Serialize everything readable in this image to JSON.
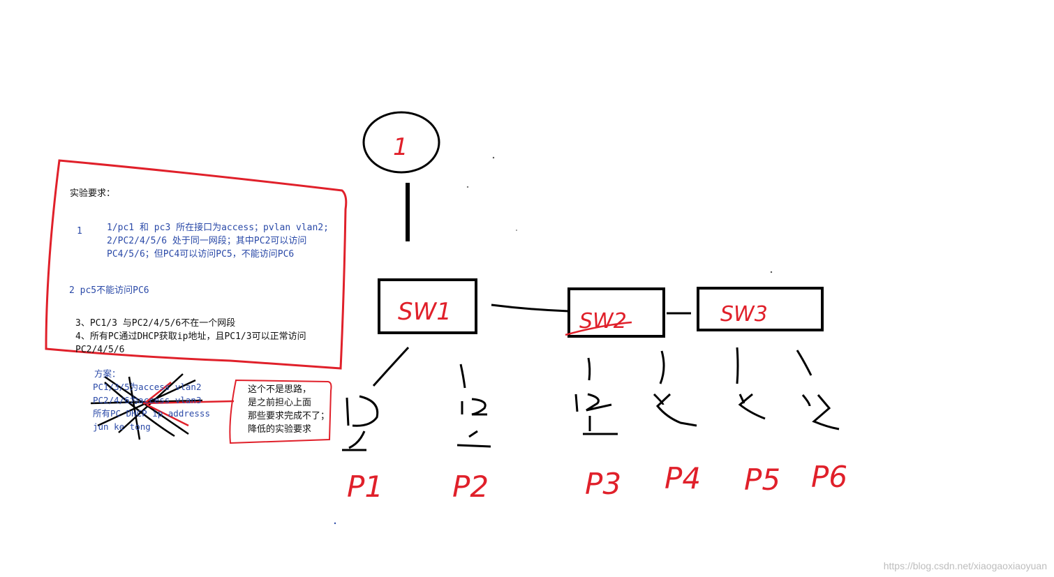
{
  "colors": {
    "ink": "#000000",
    "red_marker": "#e0202a",
    "text_blue": "#2b4aa8",
    "watermark": "#bdbdbd"
  },
  "router": {
    "label": "1"
  },
  "switches": [
    {
      "label": "SW1"
    },
    {
      "label": "SW2"
    },
    {
      "label": "SW3"
    }
  ],
  "pcs": [
    {
      "label": "P1"
    },
    {
      "label": "P2"
    },
    {
      "label": "P3"
    },
    {
      "label": "P4"
    },
    {
      "label": "P5"
    },
    {
      "label": "P6"
    }
  ],
  "requirements": {
    "title": "实验要求：",
    "item1_number": "1",
    "item1_line1": "1/pc1 和 pc3 所在接口为access；pvlan vlan2;",
    "item1_line2": "2/PC2/4/5/6 处于同一网段；其中PC2可以访问",
    "item1_line3": "PC4/5/6；但PC4可以访问PC5，不能访问PC6",
    "item2": "2 pc5不能访问PC6",
    "item3": "3、PC1/3 与PC2/4/5/6不在一个网段",
    "item4_line1": "4、所有PC通过DHCP获取ip地址，且PC1/3可以正常访问",
    "item4_line2": "PC2/4/5/6"
  },
  "plan": {
    "title": "方案：",
    "line1": "PC1/3/5为access vlan2",
    "line2": "PC2/4/6为access vlan3",
    "line3": "所有PC  DHCP    ip addresss",
    "line4": "jun ke tong"
  },
  "note": {
    "line1": "这个不是思路，",
    "line2": "是之前担心上面",
    "line3": "那些要求完成不了；",
    "line4": "降低的实验要求"
  },
  "watermark": "https://blog.csdn.net/xiaogaoxiaoyuan"
}
